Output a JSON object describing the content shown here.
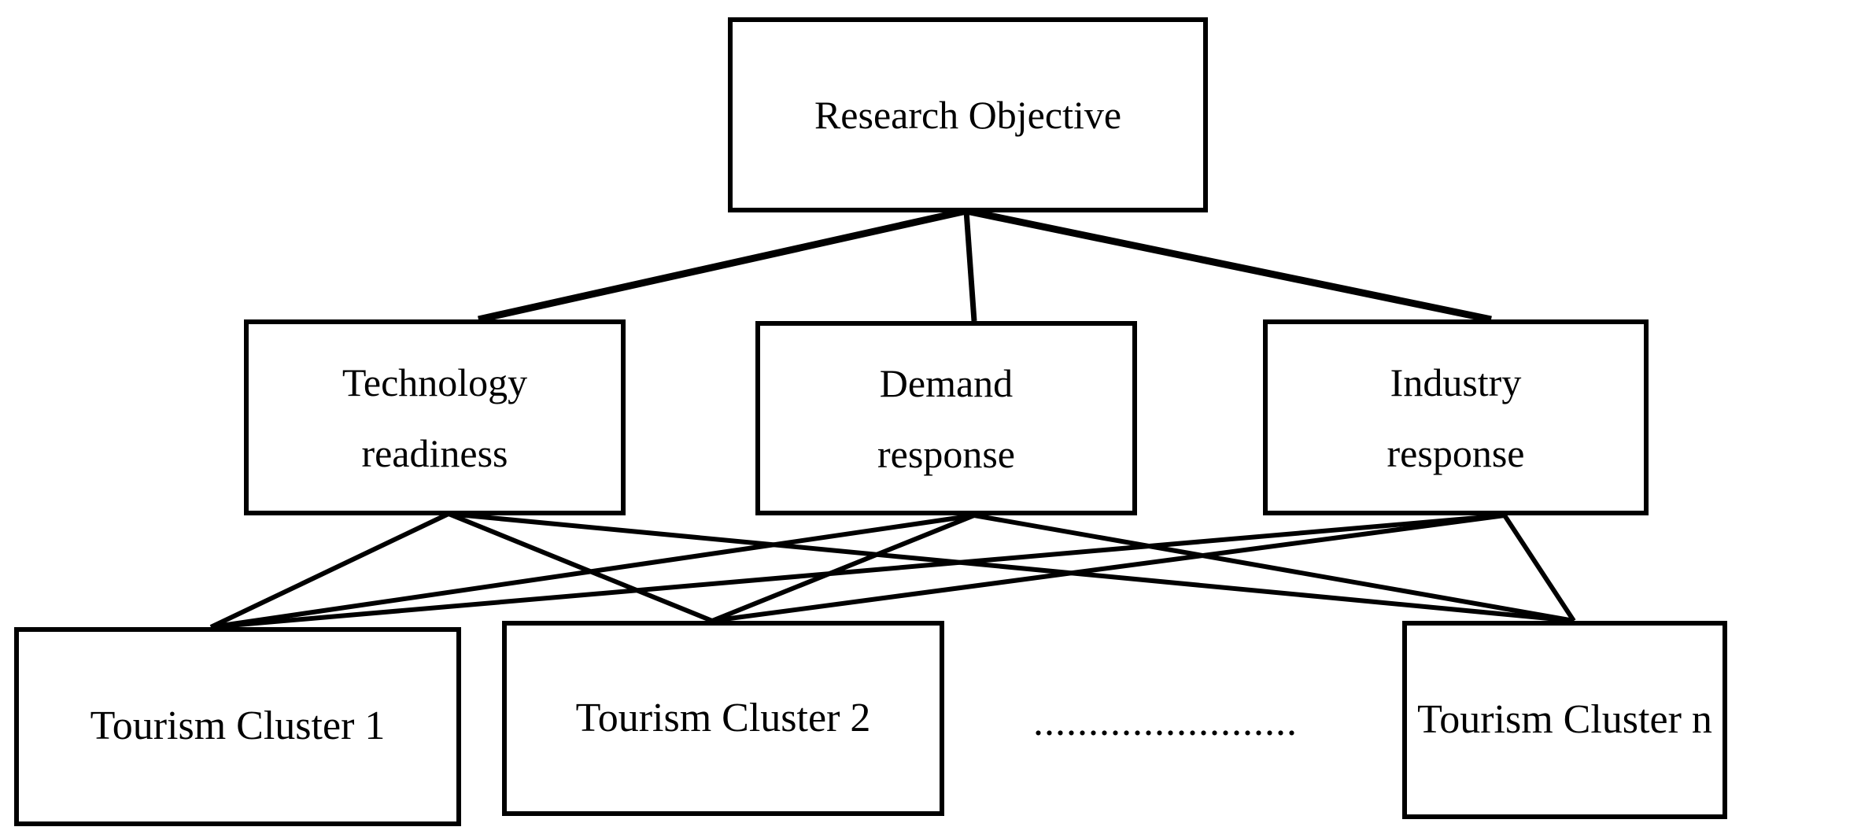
{
  "diagram": {
    "type": "hierarchical-framework-diagram",
    "title_node": {
      "label": "Research Objective"
    },
    "dimension_nodes": [
      {
        "id": "technology-readiness",
        "line1": "Technology",
        "line2": "readiness"
      },
      {
        "id": "demand-response",
        "line1": "Demand",
        "line2": "response"
      },
      {
        "id": "industry-response",
        "line1": "Industry",
        "line2": "response"
      }
    ],
    "cluster_nodes": [
      {
        "id": "tourism-cluster-1",
        "label": "Tourism Cluster 1"
      },
      {
        "id": "tourism-cluster-2",
        "label": "Tourism Cluster 2"
      },
      {
        "id": "tourism-cluster-n",
        "label": "Tourism Cluster n"
      }
    ],
    "ellipsis": "........................",
    "colors": {
      "stroke": "#000000",
      "fill": "#ffffff",
      "text": "#000000"
    }
  }
}
